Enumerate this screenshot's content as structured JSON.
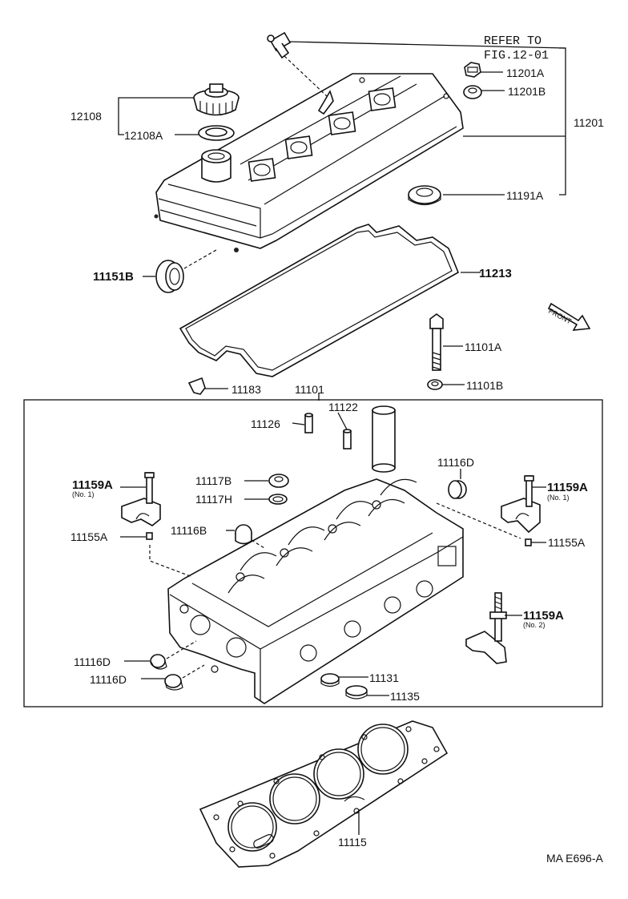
{
  "refer_note": {
    "line1": "REFER TO",
    "line2": "FIG.12-01"
  },
  "front_label": "FRONT",
  "drawing_code": "MA E696-A",
  "parts": {
    "p12108": "12108",
    "p12108A": "12108A",
    "p11201A": "11201A",
    "p11201B": "11201B",
    "p11201": "11201",
    "p11191A": "11191A",
    "p11151B": "11151B",
    "p11213": "11213",
    "p11101A": "11101A",
    "p11101B": "11101B",
    "p11183": "11183",
    "p11101": "11101",
    "p11126": "11126",
    "p11122": "11122",
    "p11116D_top": "11116D",
    "p11159A_left": "11159A",
    "p11159A_left_note": "(No. 1)",
    "p11117B": "11117B",
    "p11117H": "11117H",
    "p11159A_right": "11159A",
    "p11159A_right_note": "(No. 1)",
    "p11155A_left": "11155A",
    "p11116B": "11116B",
    "p11155A_right": "11155A",
    "p11159A_no2": "11159A",
    "p11159A_no2_note": "(No. 2)",
    "p11116D_left1": "11116D",
    "p11116D_left2": "11116D",
    "p11131": "11131",
    "p11135": "11135",
    "p11115": "11115"
  }
}
